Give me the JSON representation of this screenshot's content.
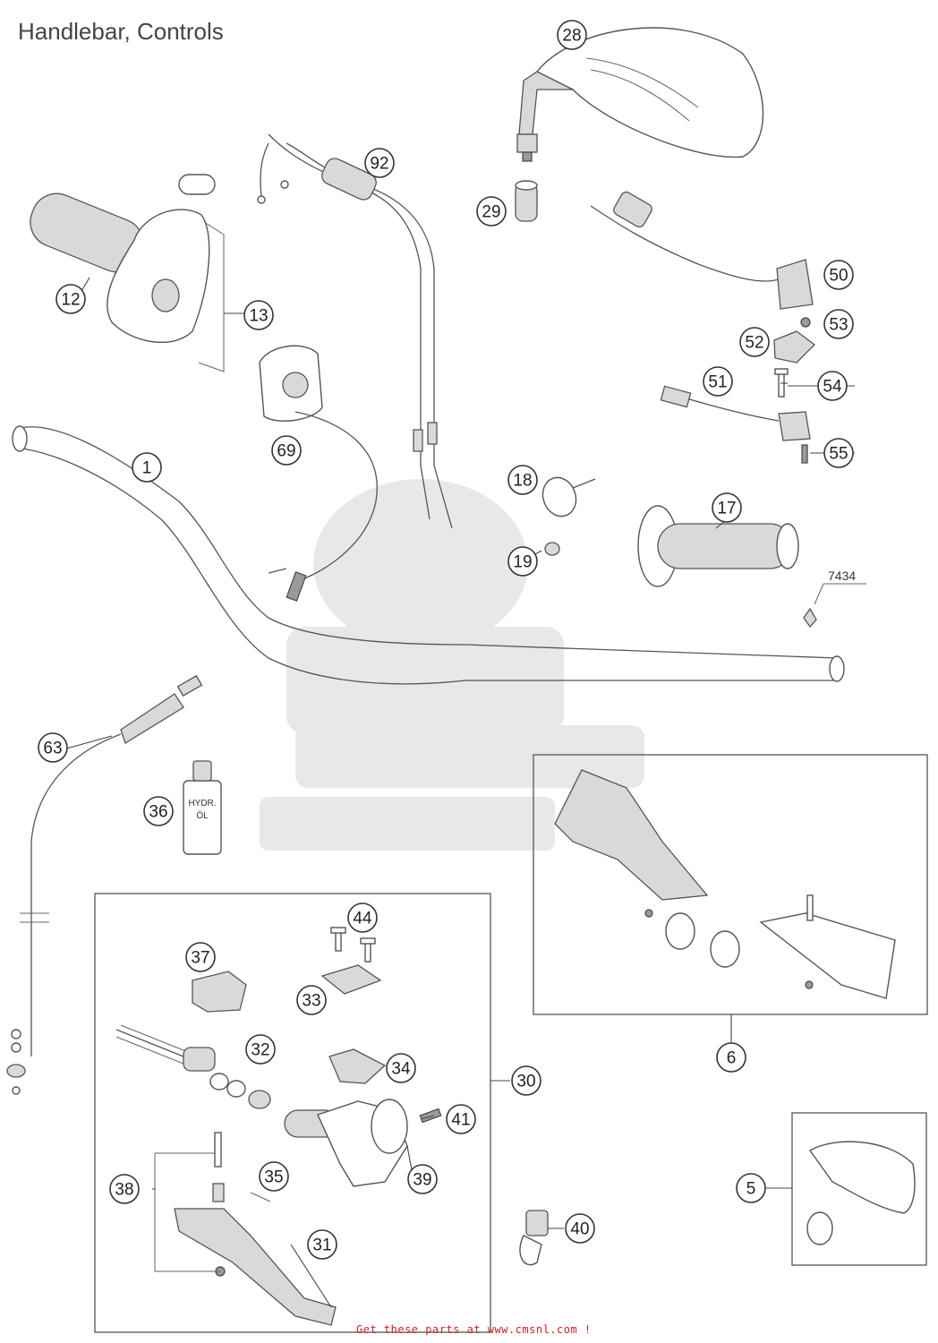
{
  "title": "Handlebar, Controls",
  "footer": "Get these parts at www.cmsnl.com !",
  "ref_label": "7434",
  "callouts": [
    "28",
    "92",
    "29",
    "12",
    "13",
    "50",
    "53",
    "52",
    "51",
    "54",
    "55",
    "69",
    "1",
    "18",
    "17",
    "19",
    "63",
    "36",
    "44",
    "37",
    "33",
    "32",
    "34",
    "30",
    "41",
    "39",
    "38",
    "35",
    "31",
    "40",
    "6",
    "5"
  ]
}
